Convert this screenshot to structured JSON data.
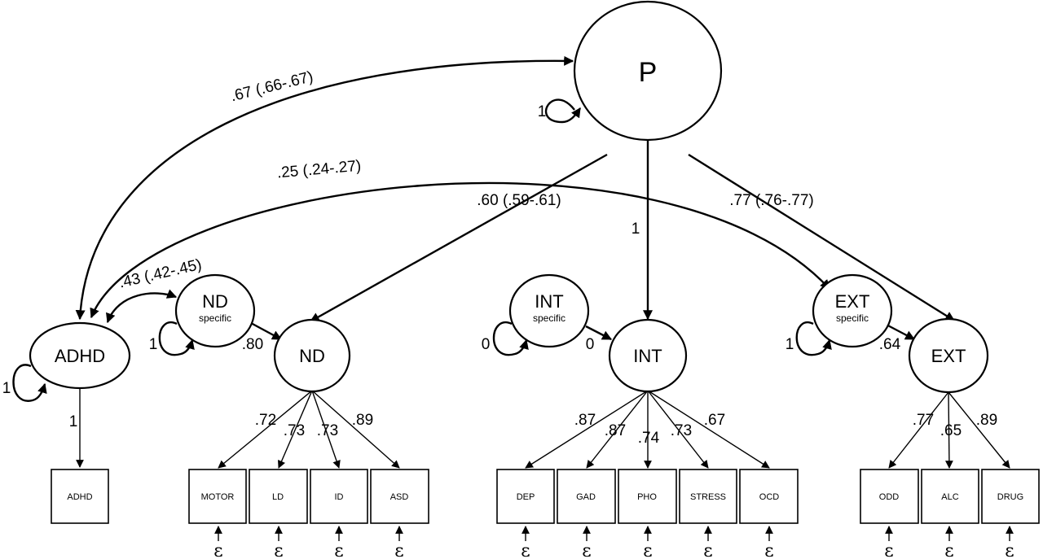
{
  "latents": {
    "p": "P",
    "adhd": "ADHD",
    "nd_specific": {
      "name": "ND",
      "sub": "specific"
    },
    "nd": "ND",
    "int_specific": {
      "name": "INT",
      "sub": "specific"
    },
    "int": "INT",
    "ext_specific": {
      "name": "EXT",
      "sub": "specific"
    },
    "ext": "EXT"
  },
  "observed": {
    "adhd": "ADHD",
    "nd": [
      "MOTOR",
      "LD",
      "ID",
      "ASD"
    ],
    "int": [
      "DEP",
      "GAD",
      "PHO",
      "STRESS",
      "OCD"
    ],
    "ext": [
      "ODD",
      "ALC",
      "DRUG"
    ]
  },
  "error_symbol": "ε",
  "paths": {
    "p_adhd": ".67 (.66-.67)",
    "adhd_ext_specific": ".25 (.24-.27)",
    "adhd_nd_specific": ".43 (.42-.45)",
    "p_nd": ".60 (.59-.61)",
    "p_int": "1",
    "p_ext": ".77 (.76-.77)",
    "nd_specific_nd": ".80",
    "int_specific_int": "0",
    "ext_specific_ext": ".64",
    "adhd_obs": "1"
  },
  "variances": {
    "p": "1",
    "adhd": "1",
    "nd_specific": "1",
    "int_specific": "0",
    "ext_specific": "1"
  },
  "loadings": {
    "nd": [
      ".72",
      ".73",
      ".73",
      ".89"
    ],
    "int": [
      ".87",
      ".87",
      ".74",
      ".73",
      ".67"
    ],
    "ext": [
      ".77",
      ".65",
      ".89"
    ]
  }
}
